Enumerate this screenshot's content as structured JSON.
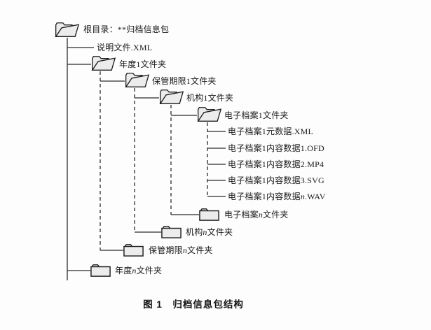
{
  "figure": {
    "caption": "图 1　归档信息包结构"
  },
  "colors": {
    "folder_fill": "#ececec",
    "line": "#2b2b2b",
    "text": "#1a1a1a"
  },
  "tree": {
    "root": {
      "icon": "open-folder-icon",
      "prefix": "根目录：**归档信息包",
      "var": "",
      "suffix": ""
    },
    "nodes": [
      {
        "id": "manifest-file",
        "icon": "none",
        "prefix": "说明文件.XML",
        "var": "",
        "suffix": ""
      },
      {
        "id": "year-1-folder",
        "icon": "open-folder-icon",
        "prefix": "年度1文件夹",
        "var": "",
        "suffix": ""
      },
      {
        "id": "retention-1-folder",
        "icon": "open-folder-icon",
        "prefix": "保管期限1文件夹",
        "var": "",
        "suffix": ""
      },
      {
        "id": "org-1-folder",
        "icon": "open-folder-icon",
        "prefix": "机构1文件夹",
        "var": "",
        "suffix": ""
      },
      {
        "id": "earchive-1-folder",
        "icon": "open-folder-icon",
        "prefix": "电子档案1文件夹",
        "var": "",
        "suffix": ""
      },
      {
        "id": "earchive-1-metadata",
        "icon": "none",
        "prefix": "电子档案1元数据.XML",
        "var": "",
        "suffix": ""
      },
      {
        "id": "earchive-1-content-1",
        "icon": "none",
        "prefix": "电子档案1内容数据1.OFD",
        "var": "",
        "suffix": ""
      },
      {
        "id": "earchive-1-content-2",
        "icon": "none",
        "prefix": "电子档案1内容数据2.MP4",
        "var": "",
        "suffix": ""
      },
      {
        "id": "earchive-1-content-3",
        "icon": "none",
        "prefix": "电子档案1内容数据3.SVG",
        "var": "",
        "suffix": ""
      },
      {
        "id": "earchive-1-content-n",
        "icon": "none",
        "prefix": "电子档案1内容数据",
        "var": "n",
        "suffix": ".WAV"
      },
      {
        "id": "earchive-n-folder",
        "icon": "closed-folder-icon",
        "prefix": "电子档案",
        "var": "n",
        "suffix": "文件夹"
      },
      {
        "id": "org-n-folder",
        "icon": "closed-folder-icon",
        "prefix": "机构",
        "var": "n",
        "suffix": "文件夹"
      },
      {
        "id": "retention-n-folder",
        "icon": "closed-folder-icon",
        "prefix": "保管期限",
        "var": "n",
        "suffix": "文件夹"
      },
      {
        "id": "year-n-folder",
        "icon": "closed-folder-icon",
        "prefix": "年度",
        "var": "n",
        "suffix": "文件夹"
      }
    ]
  }
}
